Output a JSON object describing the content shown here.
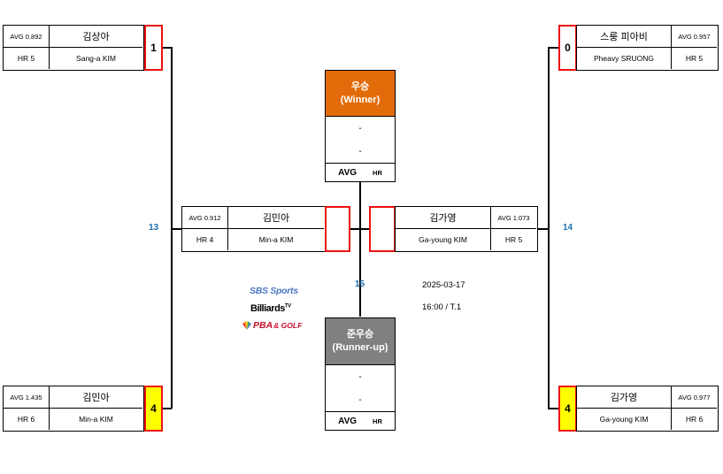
{
  "colors": {
    "winner_header": "#e36c0a",
    "runnerup_header": "#808080",
    "score_border": "#ee1111",
    "winner_score_fill": "#ffff00",
    "match_number": "#1a6fb0"
  },
  "players": {
    "tl": {
      "avg": "AVG 0.892",
      "name": "김상아",
      "hr": "HR 5",
      "eng": "Sang-a KIM",
      "score": "1"
    },
    "bl": {
      "avg": "AVG 1.435",
      "name": "김민아",
      "hr": "HR 6",
      "eng": "Min-a KIM",
      "score": "4"
    },
    "tr": {
      "avg": "AVG 0.957",
      "name": "스룽 피아비",
      "hr": "HR 5",
      "eng": "Pheavy SRUONG",
      "score": "0"
    },
    "br": {
      "avg": "AVG 0.977",
      "name": "김가영",
      "hr": "HR 6",
      "eng": "Ga-young KIM",
      "score": "4"
    },
    "fl": {
      "avg": "AVG 0.912",
      "name": "김민아",
      "hr": "HR 4",
      "eng": "Min-a KIM",
      "score": ""
    },
    "fr": {
      "avg": "AVG 1.073",
      "name": "김가영",
      "hr": "HR 5",
      "eng": "Ga-young KIM",
      "score": ""
    }
  },
  "matches": {
    "semi_left": "13",
    "semi_right": "14",
    "final": "15"
  },
  "winner": {
    "title": "우승",
    "subtitle": "(Winner)",
    "row1": "-",
    "row2": "-",
    "avg": "AVG",
    "hr": "HR"
  },
  "runnerup": {
    "title": "준우승",
    "subtitle": "(Runner-up)",
    "row1": "-",
    "row2": "-",
    "avg": "AVG",
    "hr": "HR"
  },
  "schedule": {
    "date": "2025-03-17",
    "time": "16:00 /  T.1"
  },
  "logos": {
    "sbs": "SBS Sports",
    "billiards": "Billiards",
    "billiards_tv": "TV",
    "pba": "PBA",
    "golf": "& GOLF"
  }
}
